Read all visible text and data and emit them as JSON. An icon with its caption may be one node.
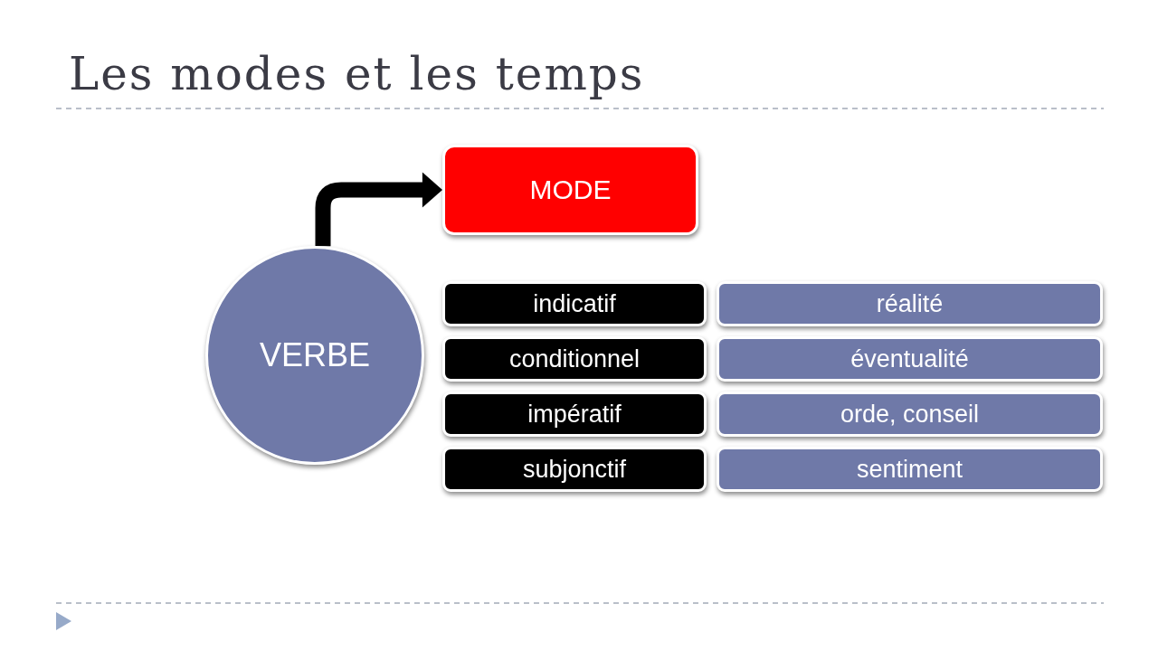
{
  "diagram": {
    "title": "Les modes et les temps",
    "nodes": [
      {
        "text": [
          "VERBE"
        ]
      },
      {
        "text": [
          "MODE"
        ]
      },
      {
        "text": [
          "indicatif"
        ]
      },
      {
        "text": [
          "réalité"
        ]
      },
      {
        "text": [
          "conditionnel"
        ]
      },
      {
        "text": [
          "éventualité"
        ]
      },
      {
        "text": [
          "impératif"
        ]
      },
      {
        "text": [
          "orde, conseil"
        ]
      },
      {
        "text": [
          "subjonctif"
        ]
      },
      {
        "text": [
          "sentiment"
        ]
      }
    ],
    "edges": [
      {
        "from": 0,
        "to": 1,
        "arrow": "to"
      }
    ]
  }
}
